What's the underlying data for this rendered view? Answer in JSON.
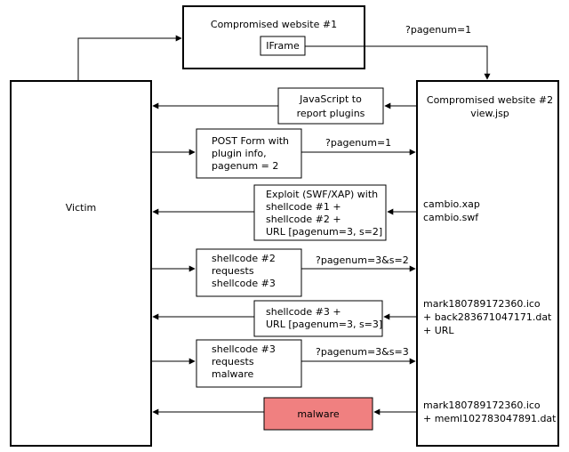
{
  "website1": {
    "title": "Compromised website #1",
    "iframe": "IFrame",
    "link": "?pagenum=1"
  },
  "victim": {
    "label": "Victim"
  },
  "website2": {
    "title_line1": "Compromised website #2",
    "title_line2": "view.jsp"
  },
  "boxes": {
    "js": [
      "JavaScript to",
      "report plugins"
    ],
    "post": [
      "POST Form with",
      "plugin info,",
      "pagenum  = 2"
    ],
    "exploit": [
      "Exploit (SWF/XAP) with",
      "shellcode #1 +",
      "shellcode #2 +",
      "URL [pagenum=3, s=2]"
    ],
    "sc2": [
      "shellcode #2",
      "requests",
      "shellcode #3"
    ],
    "sc3resp": [
      "shellcode #3 +",
      "URL [pagenum=3, s=3]"
    ],
    "sc3": [
      "shellcode #3",
      "requests",
      "malware"
    ],
    "malware": "malware"
  },
  "requests": {
    "post": "?pagenum=1",
    "sc2": "?pagenum=3&s=2",
    "sc3": "?pagenum=3&s=3"
  },
  "files": {
    "exploit": [
      "cambio.xap",
      "cambio.swf"
    ],
    "sc3resp": [
      "mark180789172360.ico",
      "+ back283671047171.dat",
      "+ URL"
    ],
    "malware": [
      "mark180789172360.ico",
      "+ meml102783047891.dat"
    ]
  },
  "colors": {
    "malware_fill": "#f08080",
    "line": "#000000"
  }
}
